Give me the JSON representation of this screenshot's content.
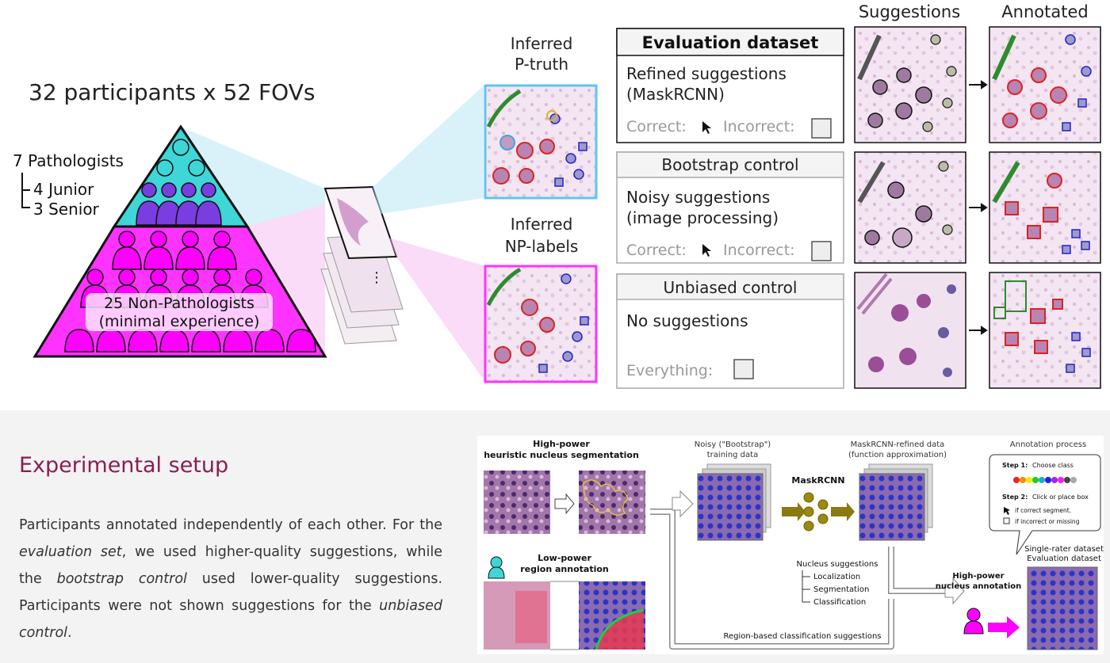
{
  "pyramid": {
    "headline": "32 participants x 52 FOVs",
    "pathologists": "7 Pathologists",
    "junior": "4 Junior",
    "senior": "3 Senior",
    "nonpath_line1": "25 Non-Pathologists",
    "nonpath_line2": "(minimal experience)"
  },
  "inferred": {
    "ptruth_line1": "Inferred",
    "ptruth_line2": "P-truth",
    "nplabels_line1": "Inferred",
    "nplabels_line2": "NP-labels"
  },
  "columns": {
    "suggestions": "Suggestions",
    "annotated": "Annotated"
  },
  "datasets": [
    {
      "title": "Evaluation dataset",
      "line1": "Refined suggestions",
      "line2": "(MaskRCNN)",
      "correct": "Correct:",
      "incorrect": "Incorrect:"
    },
    {
      "title": "Bootstrap control",
      "line1": "Noisy suggestions",
      "line2": "(image processing)",
      "correct": "Correct:",
      "incorrect": "Incorrect:"
    },
    {
      "title": "Unbiased control",
      "line1": "No suggestions",
      "line2": "",
      "everything": "Everything:"
    }
  ],
  "section": {
    "title": "Experimental setup",
    "p1": "Participants annotated independently of each other. For the ",
    "em1": "evaluation set",
    "p2": ", we used higher-quality suggestions, while the ",
    "em2": "bootstrap control",
    "p3": " used lower-quality suggestions. Participants were not shown suggestions for the ",
    "em3": "unbiased control",
    "p4": "."
  },
  "workflow": {
    "hp_title1": "High-power",
    "hp_title2": "heuristic nucleus segmentation",
    "lp_title1": "Low-power",
    "lp_title2": "region annotation",
    "noisy1": "Noisy (\"Bootstrap\")",
    "noisy2": "training data",
    "maskrcnn": "MaskRCNN",
    "refined1": "MaskRCNN-refined data",
    "refined2": "(function approximation)",
    "ns_title": "Nucleus suggestions",
    "ns_items": [
      "Localization",
      "Segmentation",
      "Classification"
    ],
    "region_sugg": "Region-based classification suggestions",
    "ann_title": "Annotation process",
    "step1_b": "Step 1:",
    "step1": "Choose class",
    "step2_b": "Step 2:",
    "step2": "Click or place box",
    "if_correct": "if correct segment.",
    "if_incorrect": "if incorrect or missing",
    "hpna1": "High-power",
    "hpna2": "nucleus annotation",
    "out1": "Single-rater dataset",
    "out2": "Evaluation dataset"
  },
  "colors": {
    "pathologist": "#3ed6d6",
    "pathologist_senior": "#7a3de0",
    "nonpathologist": "#ff00ff",
    "title": "#8b1e4f"
  }
}
